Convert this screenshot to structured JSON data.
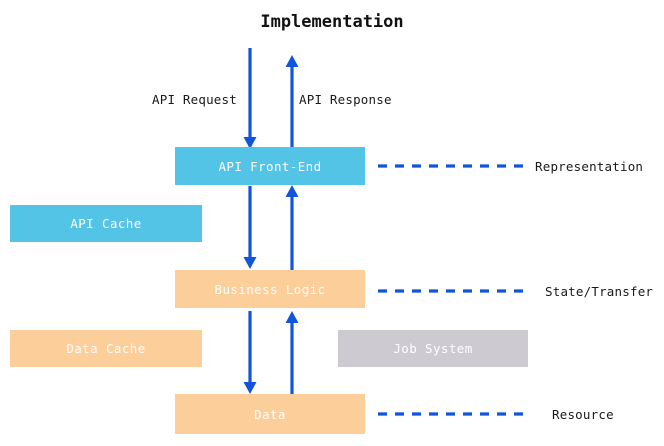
{
  "diagram": {
    "title": "Implementation",
    "accent_blue": "#1155DD",
    "node_blue": "#53C3E6",
    "node_peach": "#FCCE99",
    "node_grey": "#CECAD2",
    "text_color": "#1a1a1a",
    "node_text_color": "#ffffff"
  },
  "nodes": {
    "api_front_end": {
      "label": "API Front-End",
      "color": "#53C3E6"
    },
    "api_cache": {
      "label": "API Cache",
      "color": "#53C3E6"
    },
    "business_logic": {
      "label": "Business Logic",
      "color": "#FCCE99"
    },
    "data_cache": {
      "label": "Data Cache",
      "color": "#FCCE99"
    },
    "job_system": {
      "label": "Job System",
      "color": "#CECAD2"
    },
    "data": {
      "label": "Data",
      "color": "#FCCE99"
    }
  },
  "edge_labels": {
    "api_request": "API Request",
    "api_response": "API Response"
  },
  "side_labels": {
    "representation": "Representation",
    "state_transfer": "State/Transfer",
    "resource": "Resource"
  }
}
